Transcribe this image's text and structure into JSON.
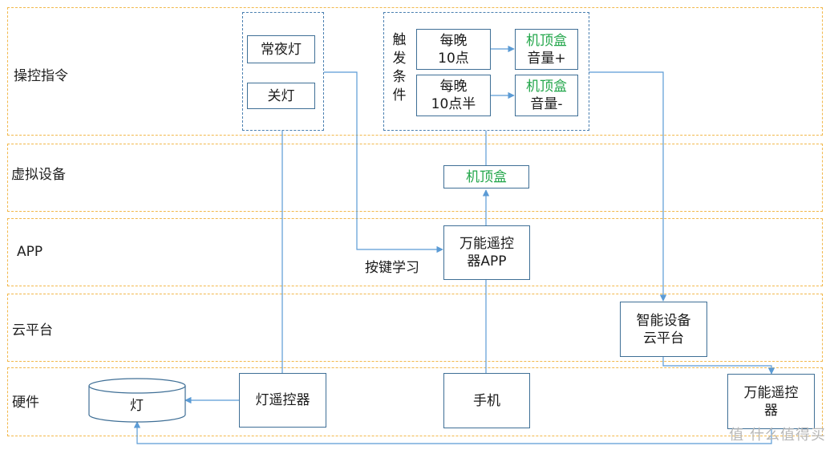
{
  "layers": {
    "control": "操控指令",
    "virtual": "虚拟设备",
    "app": "APP",
    "cloud": "云平台",
    "hardware": "硬件"
  },
  "commands": {
    "night_light": "常夜灯",
    "light_off": "关灯",
    "trigger_chars": [
      "触",
      "发",
      "条",
      "件"
    ],
    "trigger1_line1": "每晚",
    "trigger1_line2": "10点",
    "trigger2_line1": "每晚",
    "trigger2_line2": "10点半",
    "action1_device": "机顶盒",
    "action1_cmd": "音量+",
    "action2_device": "机顶盒",
    "action2_cmd": "音量-"
  },
  "virtual_device": "机顶盒",
  "app": {
    "line1": "万能遥控",
    "line2": "器APP",
    "key_learning": "按键学习"
  },
  "cloud": {
    "line1": "智能设备",
    "line2": "云平台"
  },
  "hardware": {
    "lamp": "灯",
    "lamp_remote": "灯遥控器",
    "phone": "手机",
    "universal_remote_line1": "万能遥控",
    "universal_remote_line2": "器"
  },
  "watermark": "值 什么值得买",
  "colors": {
    "layer_border": "#f2b84b",
    "box_border": "#3f6f96",
    "connector": "#5b9bd5",
    "device_text_green": "#22a64a"
  }
}
